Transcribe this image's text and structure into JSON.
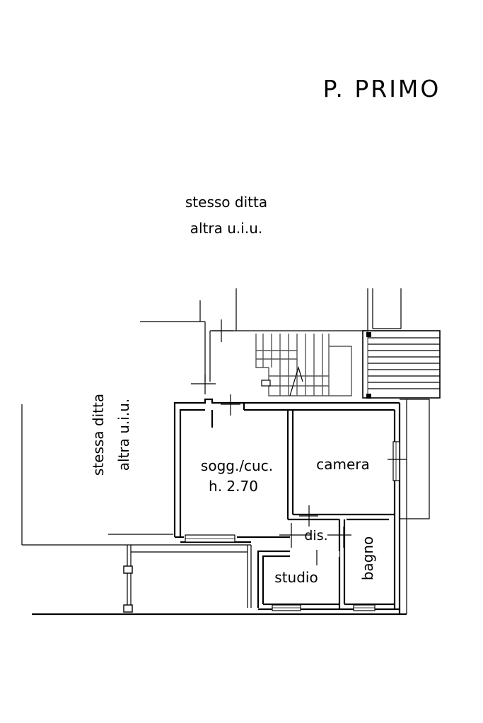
{
  "floor_title": "P. PRIMO",
  "neighbor_top": {
    "line1": "stesso ditta",
    "line2": "altra u.i.u."
  },
  "neighbor_left": {
    "line1": "stessa ditta",
    "line2": "altra u.i.u."
  },
  "rooms": {
    "living": {
      "name": "sogg./cuc.",
      "height": "h. 2.70"
    },
    "bedroom": {
      "name": "camera"
    },
    "hall": {
      "name": "dis."
    },
    "study": {
      "name": "studio"
    },
    "bath": {
      "name": "bagno"
    }
  }
}
